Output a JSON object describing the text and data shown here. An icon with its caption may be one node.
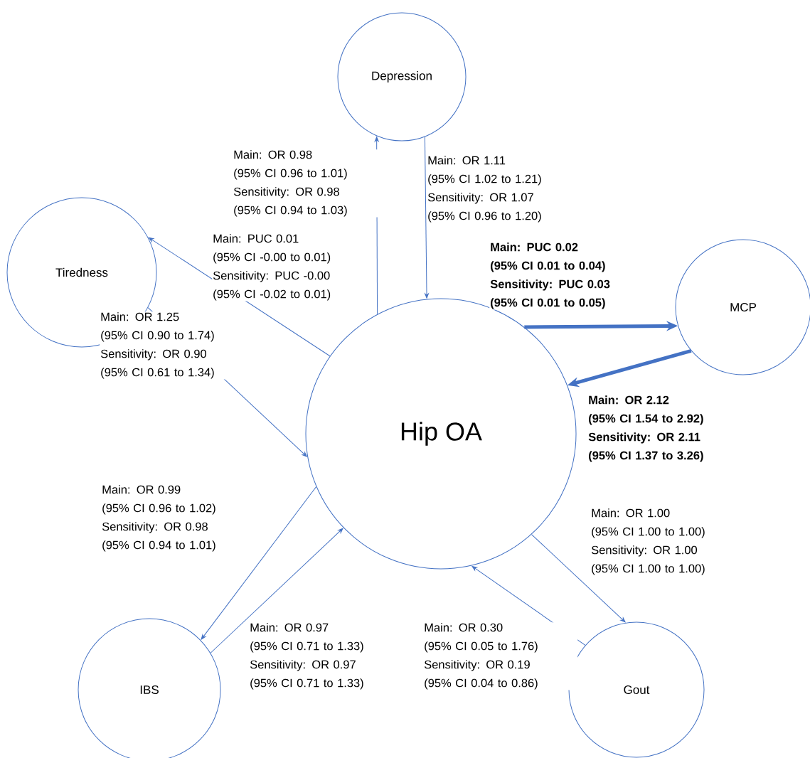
{
  "diagram": {
    "nodes": [
      {
        "text": [
          "Depression"
        ]
      },
      {
        "text": [
          "Tiredness"
        ]
      },
      {
        "text": [
          "MCP"
        ]
      },
      {
        "text": [
          "Hip OA"
        ]
      },
      {
        "text": [
          "IBS"
        ]
      },
      {
        "text": [
          "Gout"
        ]
      }
    ],
    "edges": [
      {
        "from": 3,
        "to": 0,
        "arrow": "to",
        "label": "Main: OR 0.98 (95% CI 0.96 to 1.01) Sensitivity: OR 0.98 (95% CI 0.94 to 1.03)"
      },
      {
        "from": 0,
        "to": 3,
        "arrow": "to",
        "label": "Main: OR 1.11 (95% CI 1.02 to 1.21) Sensitivity: OR 1.07 (95% CI 0.96 to 1.20)"
      },
      {
        "from": 3,
        "to": 1,
        "arrow": "to",
        "label": "Main: PUC 0.01 (95% CI -0.00 to 0.01) Sensitivity: PUC -0.00 (95% CI -0.02 to 0.01)"
      },
      {
        "from": 1,
        "to": 3,
        "arrow": "to",
        "label": "Main: OR 1.25 (95% CI 0.90 to 1.74) Sensitivity: OR 0.90 (95% CI 0.61 to 1.34)"
      },
      {
        "from": 3,
        "to": 2,
        "arrow": "to",
        "style": "thick",
        "label": "Main: PUC 0.02 (95% CI 0.01 to 0.04) Sensitivity: PUC 0.03 (95% CI 0.01 to 0.05)"
      },
      {
        "from": 2,
        "to": 3,
        "arrow": "to",
        "style": "thick",
        "label": "Main: OR 2.12 (95% CI 1.54 to 2.92) Sensitivity: OR 2.11 (95% CI 1.37 to 3.26)"
      },
      {
        "from": 3,
        "to": 4,
        "arrow": "to",
        "label": "Main: OR 0.99 (95% CI 0.96 to 1.02) Sensitivity: OR 0.98 (95% CI 0.94 to 1.01)"
      },
      {
        "from": 4,
        "to": 3,
        "arrow": "to",
        "label": "Main: OR 0.97 (95% CI 0.71 to 1.33) Sensitivity: OR 0.97 (95% CI 0.71 to 1.33)"
      },
      {
        "from": 5,
        "to": 3,
        "arrow": "to",
        "label": "Main: OR 0.30 (95% CI 0.05 to 1.76) Sensitivity: OR 0.19 (95% CI 0.04 to 0.86)"
      },
      {
        "from": 3,
        "to": 5,
        "arrow": "to",
        "label": "Main: OR 1.00 (95% CI 1.00 to 1.00) Sensitivity: OR 1.00 (95% CI 1.00 to 1.00)"
      }
    ]
  }
}
